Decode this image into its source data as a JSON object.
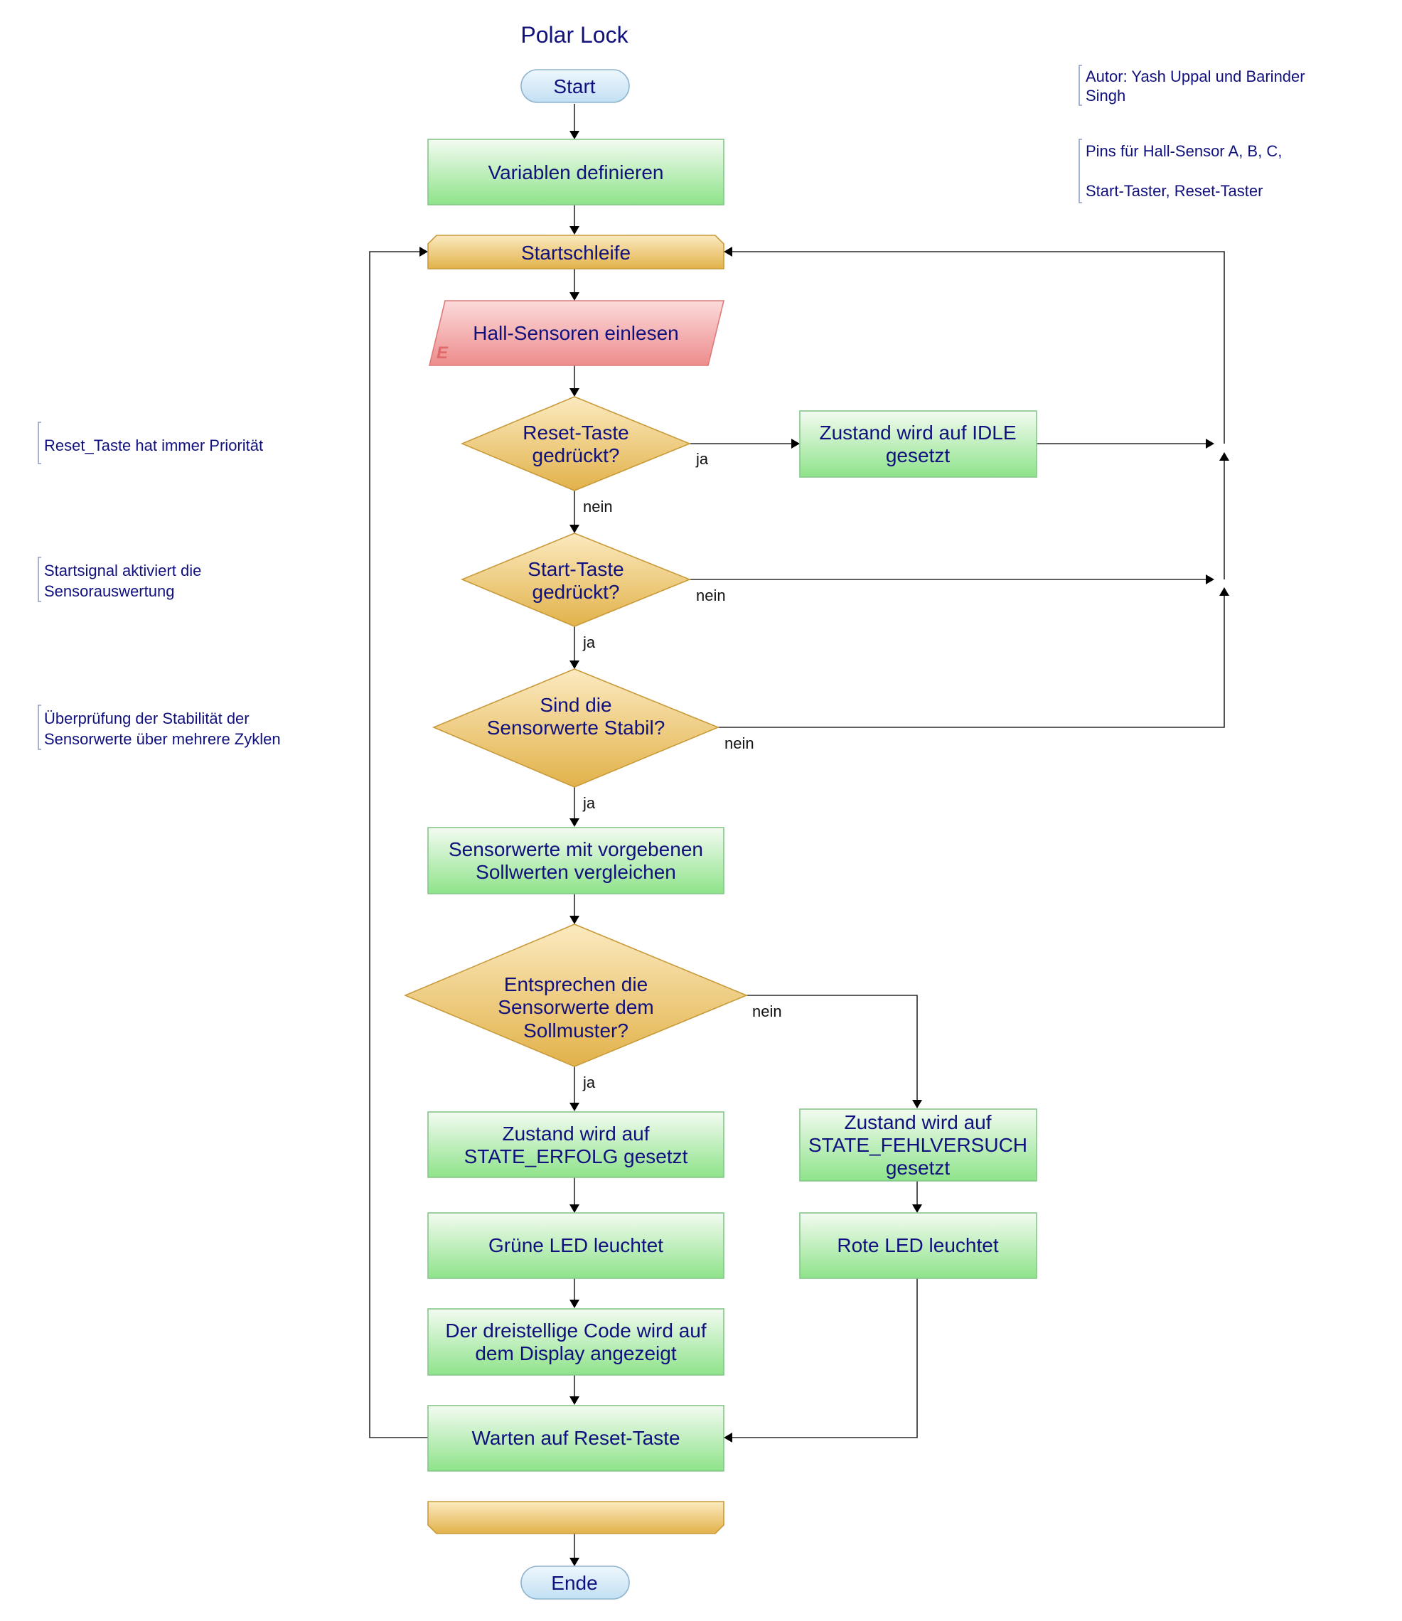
{
  "title": "Polar Lock",
  "notes": {
    "author": [
      "Autor: Yash Uppal und Barinder",
      "Singh"
    ],
    "pins": [
      "Pins für Hall-Sensor A, B, C,",
      "",
      "Start-Taster, Reset-Taster"
    ],
    "reset_priority": [
      "Reset_Taste hat immer Priorität"
    ],
    "start_signal": [
      "Startsignal aktiviert die",
      "Sensorauswertung"
    ],
    "stability_check": [
      "Überprüfung der Stabilität der",
      "Sensorwerte über mehrere Zyklen"
    ]
  },
  "nodes": {
    "start": [
      "Start"
    ],
    "define_vars": [
      "Variablen definieren"
    ],
    "loop_start": [
      "Startschleife"
    ],
    "read_sensors": [
      "Hall-Sensoren einlesen"
    ],
    "read_sensors_marker": "E",
    "reset_pressed": [
      "Reset-Taste",
      "gedrückt?"
    ],
    "set_idle": [
      "Zustand wird auf IDLE",
      "gesetzt"
    ],
    "start_pressed": [
      "Start-Taste",
      "gedrückt?"
    ],
    "stable": [
      "Sind die",
      "Sensorwerte Stabil?"
    ],
    "compare": [
      "Sensorwerte mit vorgebenen",
      "Sollwerten vergleichen"
    ],
    "match": [
      "Entsprechen die",
      "Sensorwerte dem",
      "Sollmuster?"
    ],
    "set_success": [
      "Zustand wird auf",
      "STATE_ERFOLG gesetzt"
    ],
    "set_fail": [
      "Zustand wird auf",
      "STATE_FEHLVERSUCH",
      "gesetzt"
    ],
    "green_led": [
      "Grüne LED leuchtet"
    ],
    "red_led": [
      "Rote LED leuchtet"
    ],
    "show_code": [
      "Der dreistellige Code wird auf",
      "dem Display angezeigt"
    ],
    "wait_reset": [
      "Warten auf Reset-Taste"
    ],
    "loop_end": [],
    "end": [
      "Ende"
    ]
  },
  "edge_labels": {
    "reset_yes": "ja",
    "reset_no": "nein",
    "start_no": "nein",
    "start_yes": "ja",
    "stable_no": "nein",
    "stable_yes": "ja",
    "match_no": "nein",
    "match_yes": "ja"
  },
  "colors": {
    "text": "#10107e",
    "process_fill_top": "#f3fbf1",
    "process_fill_bottom": "#8ee38a",
    "process_stroke": "#86c68a",
    "decision_fill_top": "#fbeac0",
    "decision_fill_bottom": "#e2b24a",
    "decision_stroke": "#c99a3a",
    "terminal_fill": "#d2e8f6",
    "terminal_stroke": "#8fb4cf",
    "input_fill_top": "#fbdada",
    "input_fill_bottom": "#ee8c8c",
    "input_stroke": "#dd7a7a",
    "note_bracket": "#8aa0c8",
    "connector": "#2a2a2a"
  }
}
